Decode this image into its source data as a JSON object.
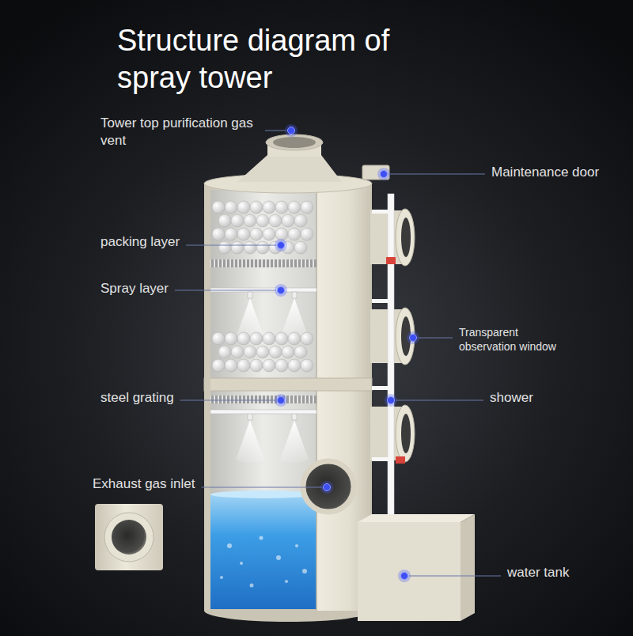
{
  "diagram": {
    "title": "Structure diagram of spray tower",
    "labels": [
      "Tower top purification gas vent",
      "Maintenance door",
      "packing layer",
      "Spray layer",
      "Transparent observation window",
      "steel grating",
      "shower",
      "Exhaust gas inlet",
      "water tank"
    ]
  }
}
